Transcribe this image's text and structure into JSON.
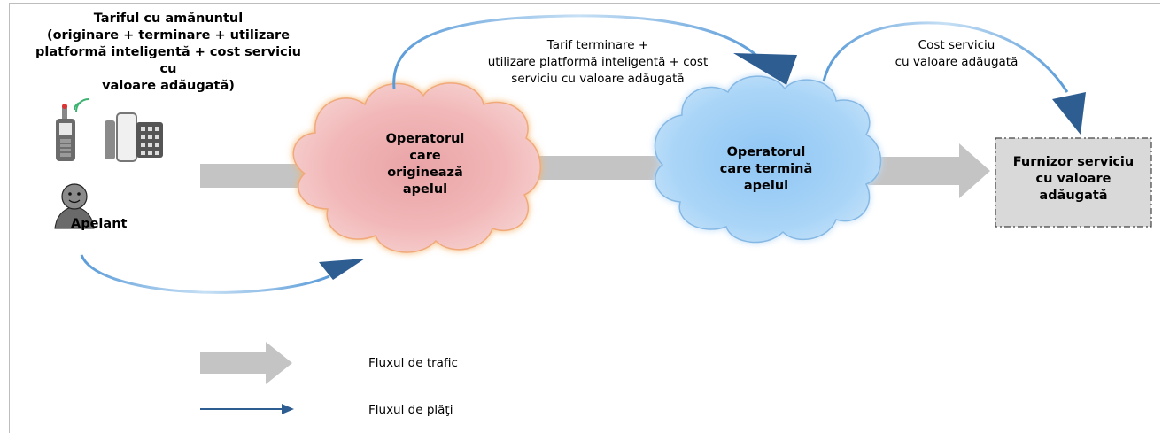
{
  "retail_tariff": {
    "line1": "Tariful cu amănuntul",
    "line2": "(originare + terminare + utilizare",
    "line3": "platformă inteligentă + cost serviciu cu",
    "line4": "valoare adăugată)"
  },
  "caller_label": "Apelant",
  "originating_operator": {
    "line1": "Operatorul",
    "line2": "care",
    "line3": "originează",
    "line4": "apelul"
  },
  "terminating_operator": {
    "line1": "Operatorul",
    "line2": "care termină",
    "line3": "apelul"
  },
  "provider": {
    "line1": "Furnizor serviciu",
    "line2": "cu valoare",
    "line3": "adăugată"
  },
  "termination_payment": {
    "line1": "Tarif terminare +",
    "line2": "utilizare platformă inteligentă + cost",
    "line3": "serviciu cu valoare adăugată"
  },
  "service_cost": {
    "line1": "Cost serviciu",
    "line2": "cu valoare adăugată"
  },
  "legend": {
    "traffic_label": "Fluxul de trafic",
    "payment_label": "Fluxul de plăţi"
  },
  "colors": {
    "origin_cloud": "#f2b5b5",
    "origin_cloud_glow": "#f6c08a",
    "terminate_cloud": "#a9d4f7",
    "terminate_cloud_glow": "#cfe6fb",
    "traffic_arrow": "#c4c4c4",
    "payment_arrow": "#2e5d92",
    "payment_arc_light": "#9cc6ea",
    "provider_box": "#d9d9d9"
  }
}
